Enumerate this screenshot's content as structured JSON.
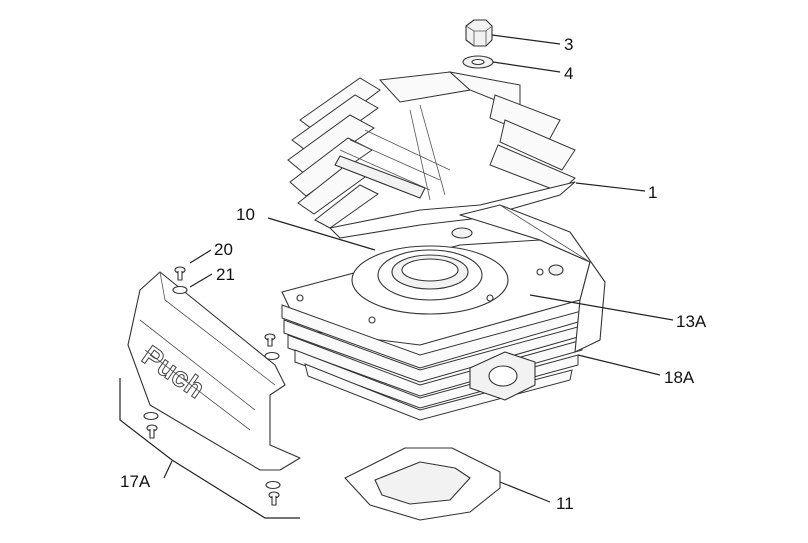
{
  "callouts": [
    {
      "id": "3",
      "text": "3"
    },
    {
      "id": "4",
      "text": "4"
    },
    {
      "id": "1",
      "text": "1"
    },
    {
      "id": "10",
      "text": "10"
    },
    {
      "id": "20",
      "text": "20"
    },
    {
      "id": "21",
      "text": "21"
    },
    {
      "id": "13A",
      "text": "13A"
    },
    {
      "id": "18A",
      "text": "18A"
    },
    {
      "id": "17A",
      "text": "17A"
    },
    {
      "id": "11",
      "text": "11"
    }
  ],
  "cover_logo_text": "Puch"
}
